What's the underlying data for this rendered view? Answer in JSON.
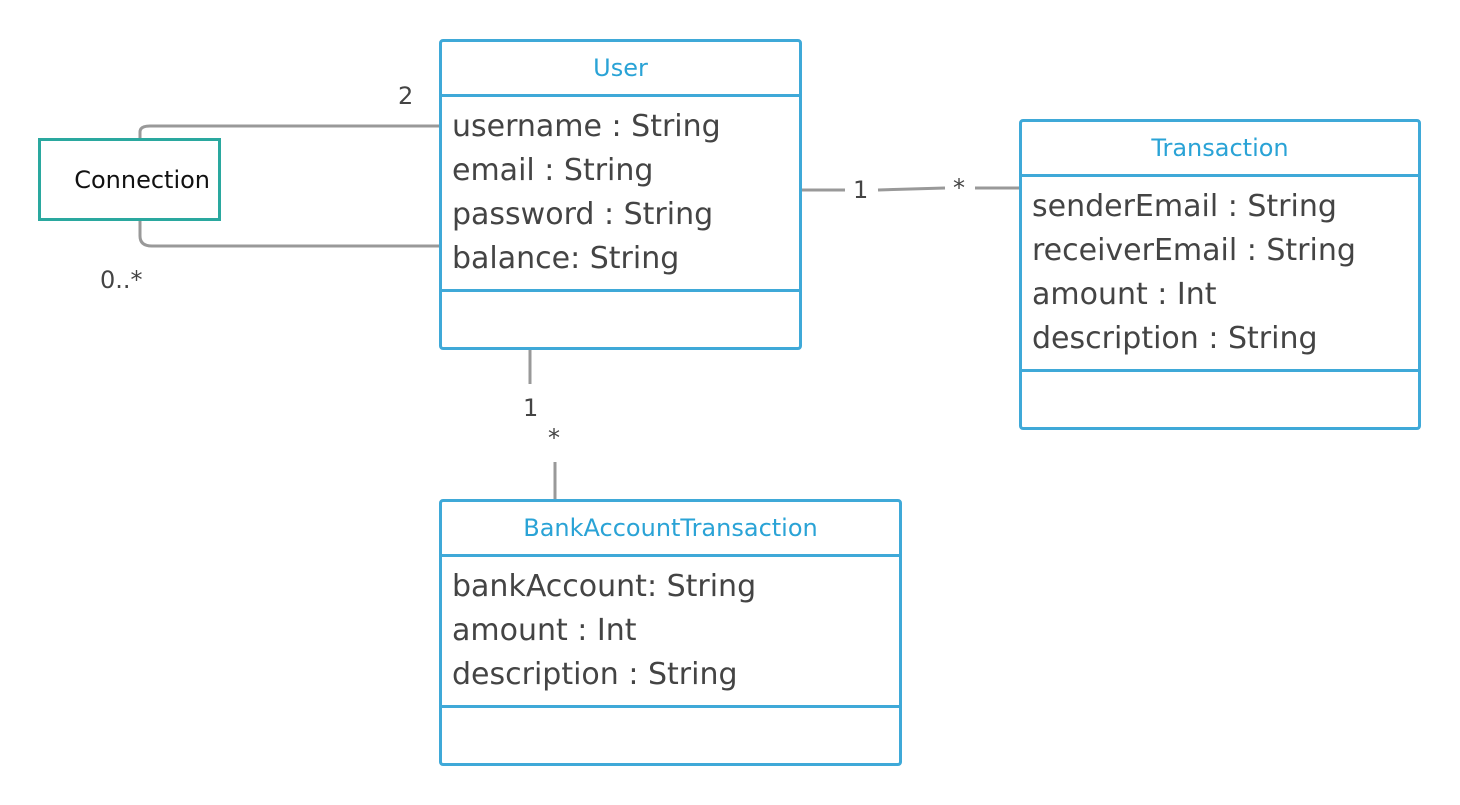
{
  "classes": {
    "user": {
      "name": "User",
      "attributes": [
        "username : String",
        "email : String",
        "password : String",
        "balance: String"
      ]
    },
    "transaction": {
      "name": "Transaction",
      "attributes": [
        "senderEmail : String",
        "receiverEmail : String",
        "amount : Int",
        "description : String"
      ]
    },
    "bank_account_transaction": {
      "name": "BankAccountTransaction",
      "attributes": [
        "bankAccount: String",
        "amount : Int",
        "description : String"
      ]
    }
  },
  "association_class": {
    "name": "Connection"
  },
  "multiplicities": {
    "connection_user_top": "2",
    "connection_user_bottom": "0..*",
    "user_transaction_user": "1",
    "user_transaction_transaction": "*",
    "user_bank_user": "1",
    "user_bank_bank": "*"
  },
  "colors": {
    "class_border": "#3fa9d8",
    "class_title": "#2aa3d6",
    "connection_border": "#2aa89f",
    "line": "#999999"
  }
}
